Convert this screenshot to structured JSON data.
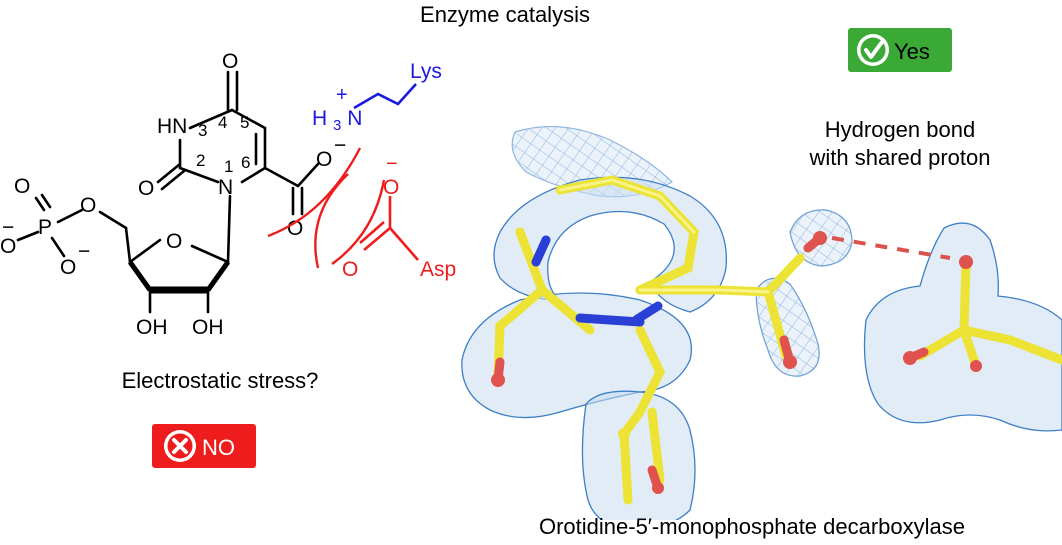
{
  "title": "Enzyme catalysis",
  "left_question": "Electrostatic stress?",
  "left_verdict": {
    "label": "NO",
    "color": "#ee1c1c",
    "icon": "x-circle-icon"
  },
  "right_verdict": {
    "label": "Yes",
    "color": "#3aa935",
    "icon": "checkmark-icon"
  },
  "right_caption": {
    "line1": "Hydrogen bond",
    "line2": "with shared proton"
  },
  "bottom_caption": "Orotidine-5′-monophosphate decarboxylase",
  "molecule": {
    "O4": "O",
    "HN3": "HN",
    "O2": "O",
    "N1": "N",
    "n3": "3",
    "n4": "4",
    "n5": "5",
    "n2": "2",
    "n1": "1",
    "n6": "6",
    "carboxylate_O_top": "O",
    "carboxylate_minus": "−",
    "carboxylate_O_bottom": "O",
    "phosphate_O_top": "O",
    "phosphate_P": "P",
    "phosphate_O_left": "O",
    "phosphate_O_bottom": "O",
    "phosphate_O_bridge": "O",
    "phosphate_minus_left": "−",
    "phosphate_minus_bottom": "−",
    "ring_O": "O",
    "OH_left": "OH",
    "OH_right": "OH"
  },
  "lysine": {
    "label": "Lys",
    "H3": "H",
    "sub3": "3",
    "N": "N",
    "plus": "+",
    "color": "#1a1ae0"
  },
  "aspartate": {
    "label": "Asp",
    "O_top": "O",
    "minus": "−",
    "O_left": "O",
    "color": "#ee1c1c"
  },
  "colors": {
    "mesh": "#3d7fc4",
    "carbon": "#ece335",
    "nitrogen": "#2a3fd6",
    "oxygen": "#e0524e",
    "hbond": "#d9534f"
  }
}
